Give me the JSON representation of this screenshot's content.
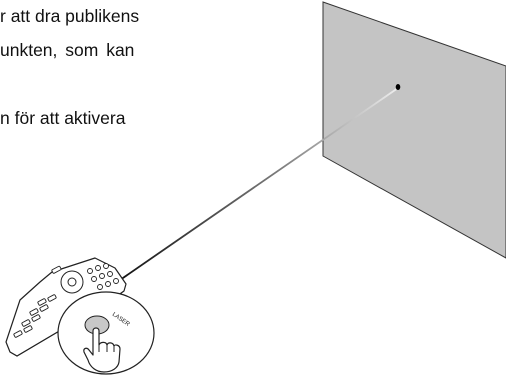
{
  "text": {
    "line1": "r att dra publikens",
    "line2": "unkten, som kan",
    "line3": "n för att aktivera"
  },
  "remote": {
    "button_label": "LASER"
  },
  "colors": {
    "screen_fill": "#c4c4c4",
    "screen_stroke": "#333333",
    "laser_dot": "#000000",
    "beam_dark": "#1a1a1a",
    "beam_light": "#f2f2f2",
    "remote_fill": "#ffffff",
    "remote_stroke": "#222222"
  },
  "icons": {
    "laser_dot": "laser-dot-icon",
    "hand": "pointing-hand-icon"
  }
}
